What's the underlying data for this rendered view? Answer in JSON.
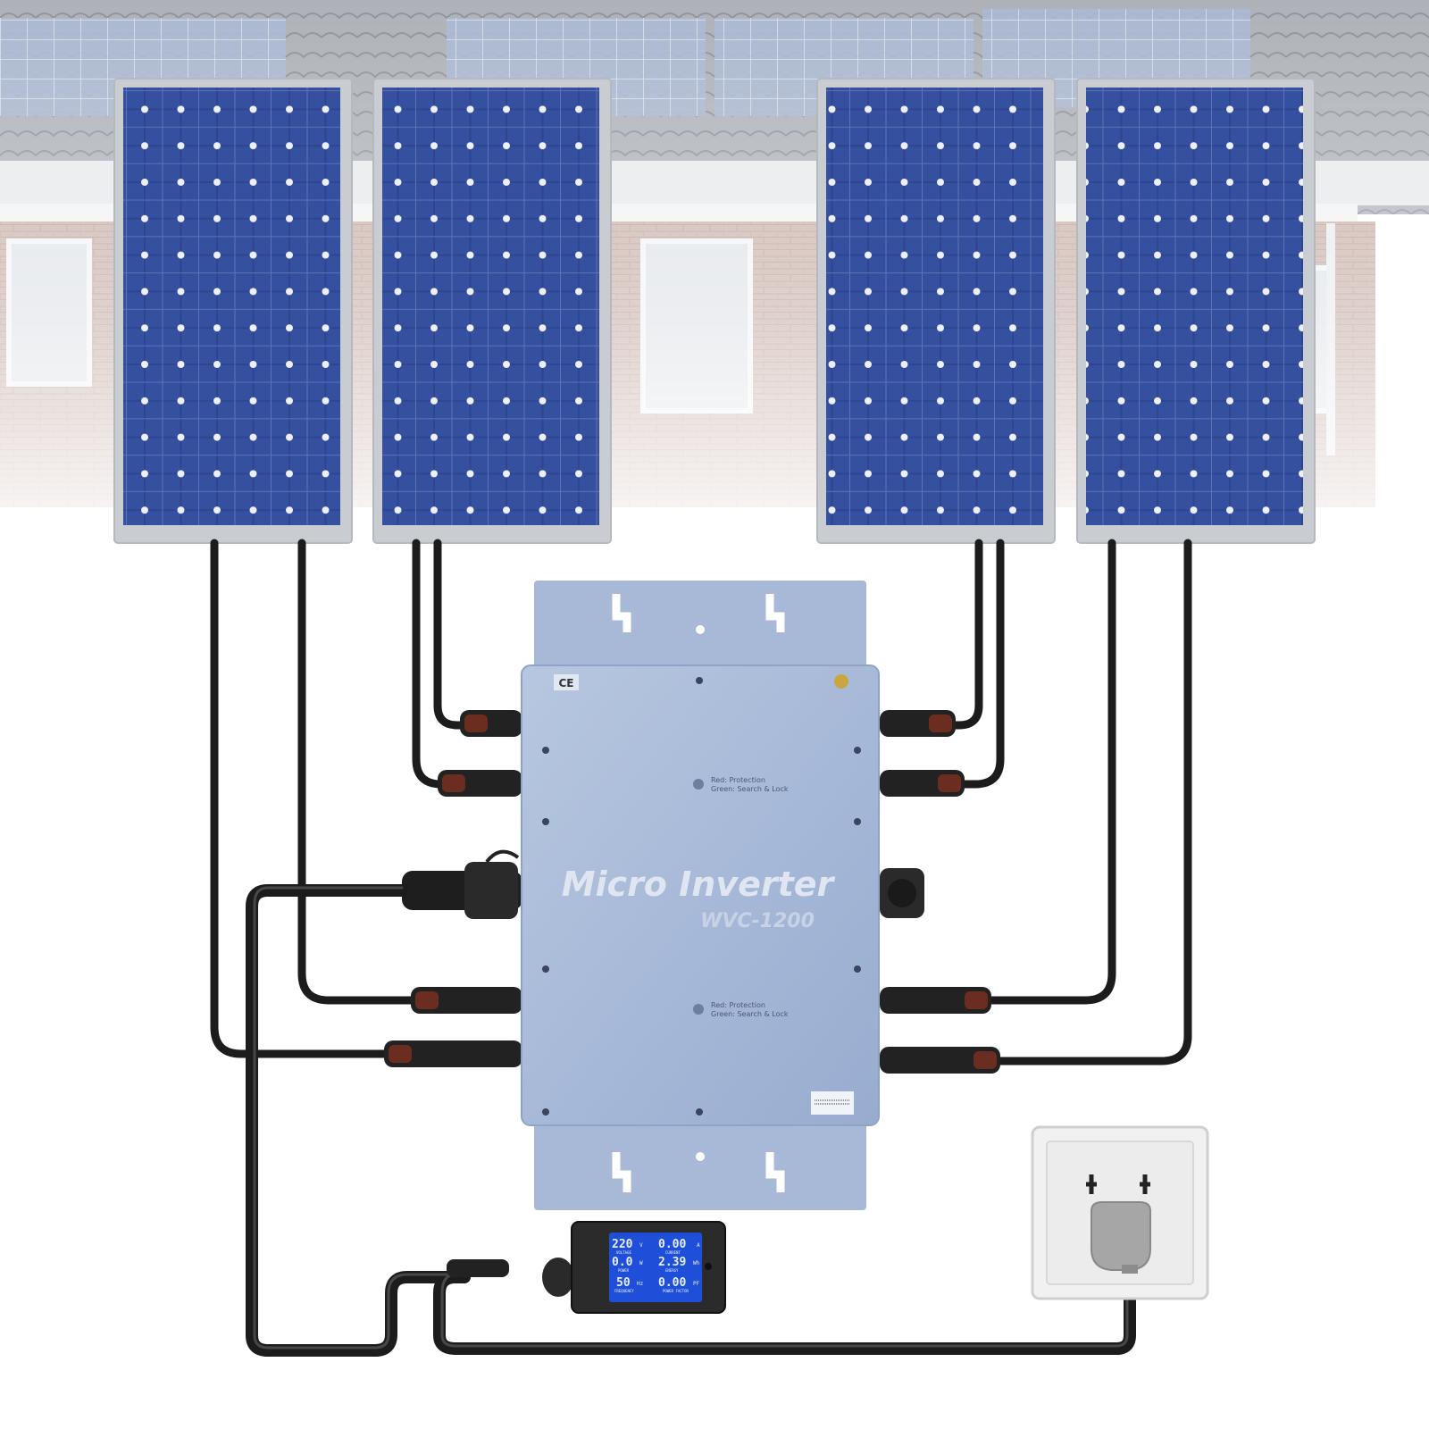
{
  "inverter": {
    "title": "Micro Inverter",
    "model": "WVC-1200",
    "led_labels": [
      "Red: Protection",
      "Green: Search & Lock"
    ],
    "certification_mark": "CE"
  },
  "meter": {
    "voltage_value": "220",
    "voltage_unit": "V",
    "voltage_label": "VOLTAGE",
    "current_value": "0.00",
    "current_unit": "A",
    "current_label": "CURRENT",
    "power_value": "0.0",
    "power_unit": "W",
    "power_label": "POWER",
    "energy_value": "2.39",
    "energy_unit": "Wh",
    "energy_label": "ENERGY",
    "frequency_value": "50",
    "frequency_unit": "Hz",
    "frequency_label": "FREQUENCY",
    "pf_value": "0.00",
    "pf_unit": "PF",
    "pf_label": "POWER FACTOR"
  },
  "colors": {
    "panel_cell": "#2e4591",
    "panel_frame": "#c9ccd1",
    "inverter_body": "#a7b9d6",
    "cable": "#1c1c1c",
    "lcd": "#1f4fd8"
  }
}
